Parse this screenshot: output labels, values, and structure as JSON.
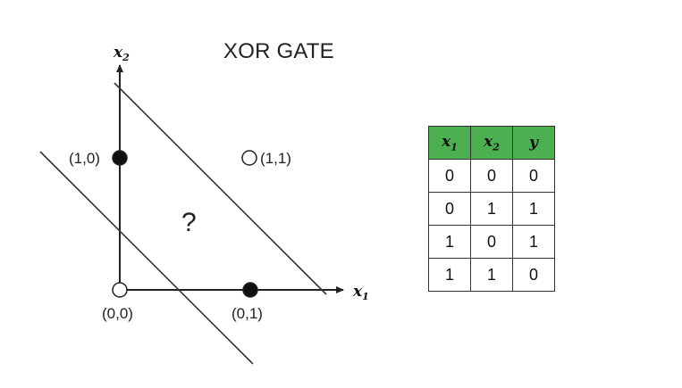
{
  "title": "XOR GATE",
  "axes": {
    "x_label": "x",
    "x_sub": "1",
    "y_label": "x",
    "y_sub": "2"
  },
  "points": [
    {
      "label": "(0,0)",
      "filled": false
    },
    {
      "label": "(0,1)",
      "filled": true
    },
    {
      "label": "(1,0)",
      "filled": true
    },
    {
      "label": "(1,1)",
      "filled": false
    }
  ],
  "question_mark": "?",
  "table": {
    "headers": [
      {
        "base": "x",
        "sub": "1"
      },
      {
        "base": "x",
        "sub": "2"
      },
      {
        "base": "y",
        "sub": ""
      }
    ],
    "rows": [
      [
        "0",
        "0",
        "0"
      ],
      [
        "0",
        "1",
        "1"
      ],
      [
        "1",
        "0",
        "1"
      ],
      [
        "1",
        "1",
        "0"
      ]
    ]
  },
  "colors": {
    "header_bg": "#4caf50",
    "stroke": "#222222"
  }
}
